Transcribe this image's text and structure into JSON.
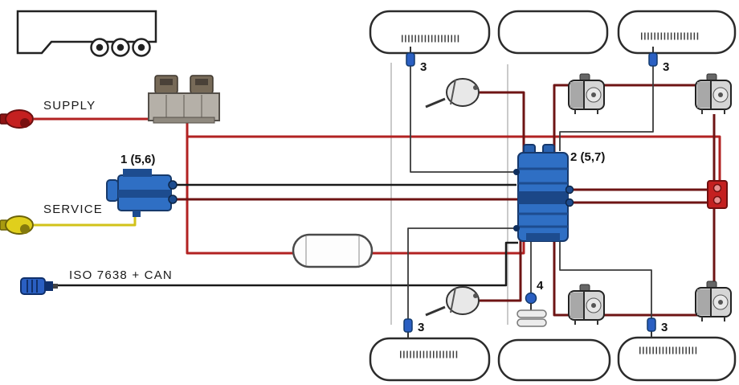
{
  "diagram": {
    "kind": "trailer-air-brake-schematic",
    "labels": {
      "supply": "SUPPLY",
      "service": "SERVICE",
      "iso_can": "ISO 7638 + CAN",
      "component_1": "1 (5,6)",
      "component_2": "2 (5,7)",
      "wheel_sensor": "3",
      "component_4": "4"
    },
    "colors": {
      "supply_line": "#b22222",
      "brake_line": "#6e1414",
      "service_line": "#d2c21a",
      "electric_line": "#1a1a1a",
      "sensor_wire": "#3a3a3a",
      "component_blue": "#2f6fc4",
      "coupling_red": "#c42020",
      "coupling_yellow": "#e0cf1c",
      "connector_blue": "#2a5fc2"
    }
  }
}
